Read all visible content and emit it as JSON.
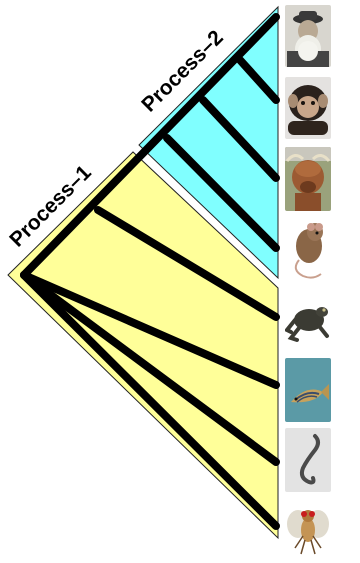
{
  "regions": [
    {
      "id": "process-1",
      "label": "Process–1",
      "fill": "#FFFF99"
    },
    {
      "id": "process-2",
      "label": "Process–2",
      "fill": "#80FFFF"
    }
  ],
  "tree": {
    "branch_color": "#000000"
  },
  "organisms": [
    {
      "name": "human-photo-icon"
    },
    {
      "name": "chimpanzee-photo-icon"
    },
    {
      "name": "highland-cow-photo-icon"
    },
    {
      "name": "mouse-photo-icon"
    },
    {
      "name": "frog-photo-icon"
    },
    {
      "name": "zebrafish-photo-icon"
    },
    {
      "name": "nematode-worm-photo-icon"
    },
    {
      "name": "fruit-fly-photo-icon"
    }
  ]
}
